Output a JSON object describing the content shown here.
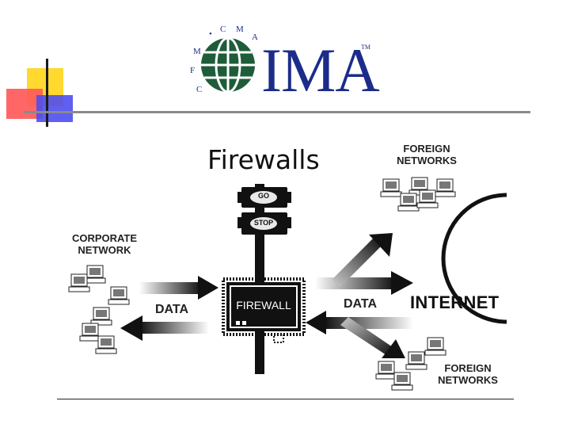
{
  "logo": {
    "wordmark": "IMA",
    "trademark": "TM",
    "ring_letters": [
      "C",
      "F",
      "M",
      "•",
      "C",
      "M",
      "A"
    ]
  },
  "title": "Firewalls",
  "diagram": {
    "corporate_network": {
      "line1": "CORPORATE",
      "line2": "NETWORK"
    },
    "foreign_networks_top": {
      "line1": "FOREIGN",
      "line2": "NETWORKS"
    },
    "foreign_networks_bottom": {
      "line1": "FOREIGN",
      "line2": "NETWORKS"
    },
    "data_left": "DATA",
    "data_right": "DATA",
    "internet": "INTERNET",
    "firewall": "FIREWALL",
    "traffic_light": {
      "go": "GO",
      "stop": "STOP"
    }
  },
  "colors": {
    "logo_blue": "#1c2c8a",
    "globe_green": "#1f5c3a",
    "accent_yellow": "#ffd830",
    "accent_red": "#ff5a5a",
    "accent_blue": "#4e4ef0"
  },
  "icons": [
    "computer-icon",
    "traffic-light-icon",
    "arrow-icon",
    "globe-icon"
  ]
}
